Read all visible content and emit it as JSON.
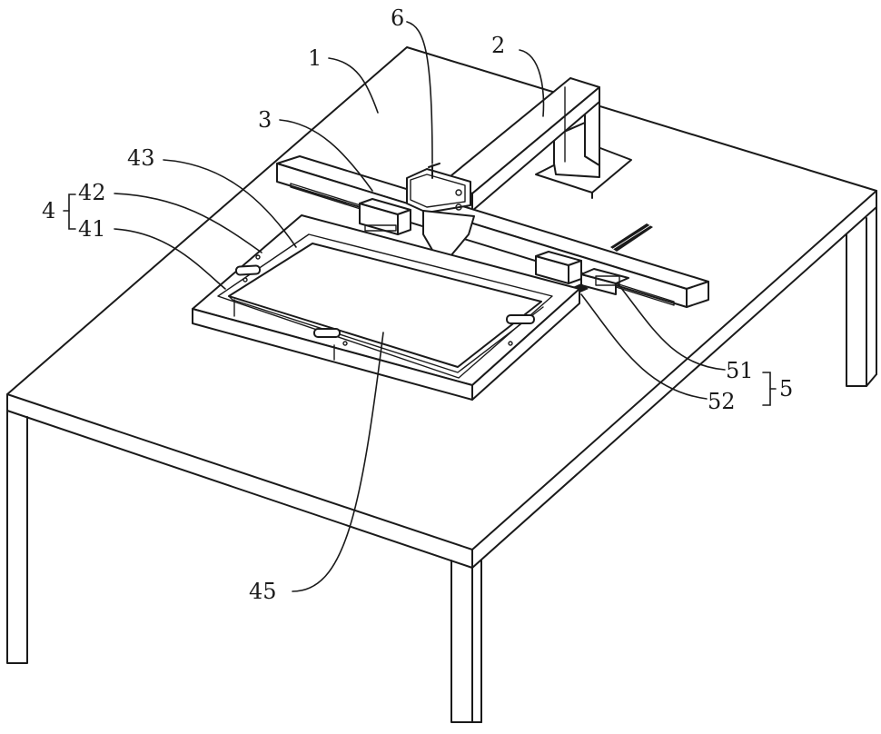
{
  "labels": {
    "l1": "1",
    "l2": "2",
    "l3": "3",
    "l4": "4",
    "l5": "5",
    "l6": "6",
    "l41": "41",
    "l42": "42",
    "l43": "43",
    "l45": "45",
    "l51": "51",
    "l52": "52"
  }
}
